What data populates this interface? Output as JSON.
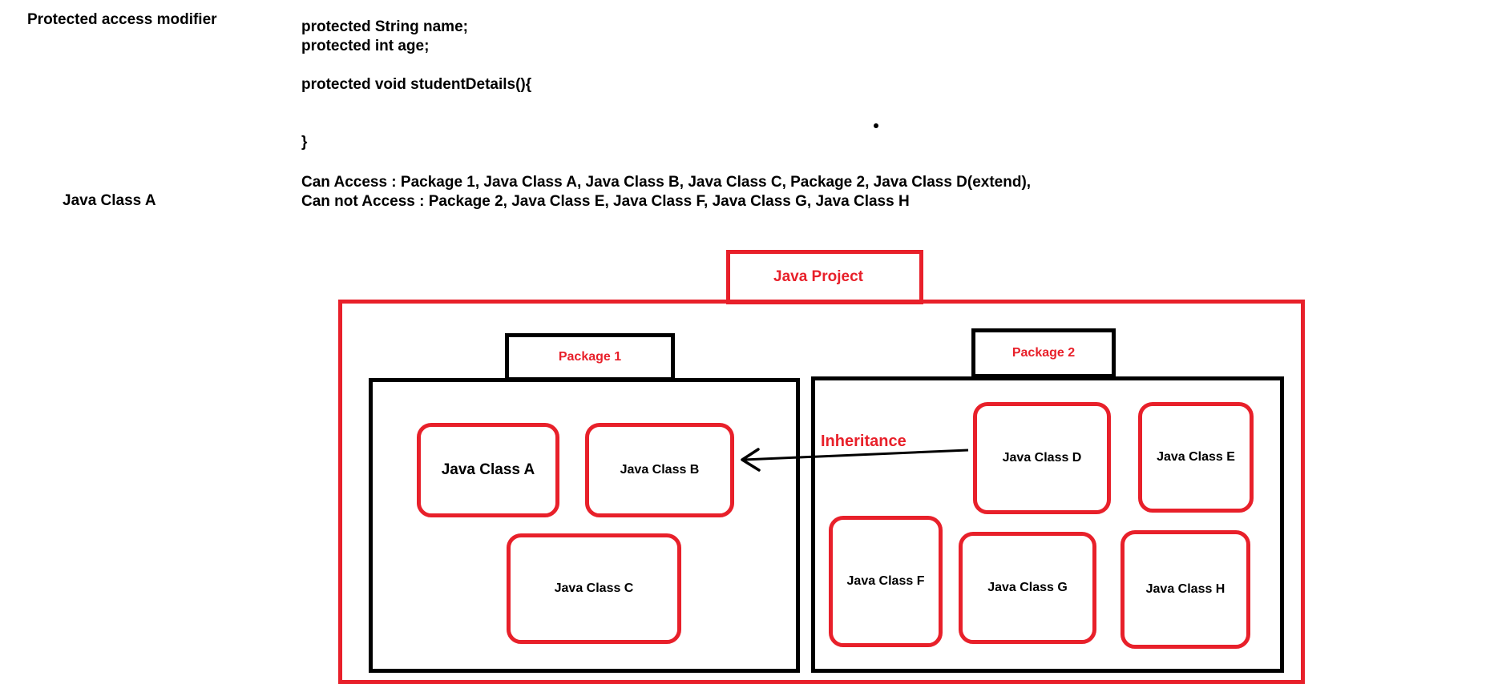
{
  "heading": "Protected access modifier",
  "side_label": "Java Class A",
  "code": {
    "line1": "protected String name;",
    "line2": "protected int age;",
    "line3": "protected void studentDetails(){",
    "line4": "}"
  },
  "access": {
    "can": "Can Access : Package 1, Java Class A, Java Class B, Java Class C, Package 2, Java Class D(extend),",
    "cannot": "Can not Access : Package 2, Java Class E, Java Class F, Java Class G, Java Class H"
  },
  "diagram": {
    "project_label": "Java Project",
    "package1_label": "Package 1",
    "package2_label": "Package 2",
    "inheritance_label": "Inheritance",
    "classes": {
      "a": "Java Class A",
      "b": "Java Class B",
      "c": "Java Class C",
      "d": "Java Class D",
      "e": "Java Class E",
      "f": "Java Class F",
      "g": "Java Class G",
      "h": "Java Class H"
    },
    "colors": {
      "accent_red": "#e8202a",
      "outline_black": "#000000"
    }
  }
}
